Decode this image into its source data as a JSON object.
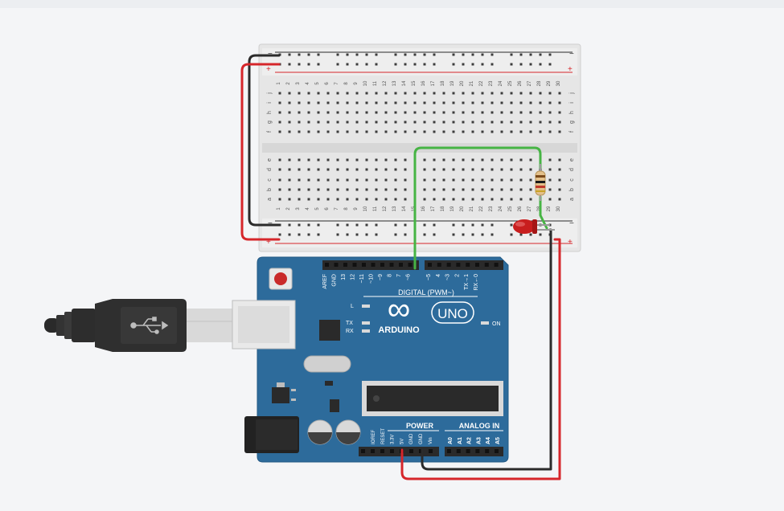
{
  "breadboard": {
    "rail_minus": "−",
    "rail_plus": "+",
    "columns": [
      "1",
      "2",
      "3",
      "4",
      "5",
      "6",
      "7",
      "8",
      "9",
      "10",
      "11",
      "12",
      "13",
      "14",
      "15",
      "16",
      "17",
      "18",
      "19",
      "20",
      "21",
      "22",
      "23",
      "24",
      "25",
      "26",
      "27",
      "28",
      "29",
      "30"
    ],
    "rows_top": [
      "j",
      "i",
      "h",
      "g",
      "f"
    ],
    "rows_bottom": [
      "e",
      "d",
      "c",
      "b",
      "a"
    ]
  },
  "arduino": {
    "brand": "ARDUINO",
    "model": "UNO",
    "logo_glyph": "∞",
    "digital_header": "DIGITAL (PWM~)",
    "digital_pins": [
      "AREF",
      "GND",
      "13",
      "12",
      "~11",
      "~10",
      "~9",
      "8",
      "7",
      "~6",
      "~5",
      "4",
      "~3",
      "2",
      "TX→1",
      "RX←0"
    ],
    "led_labels": [
      "L",
      "TX",
      "RX"
    ],
    "on_label": "ON",
    "power_header": "POWER",
    "power_pins": [
      "IOREF",
      "RESET",
      "3.3V",
      "5V",
      "GND",
      "GND",
      "Vin"
    ],
    "analog_header": "ANALOG IN",
    "analog_pins": [
      "A0",
      "A1",
      "A2",
      "A3",
      "A4",
      "A5"
    ]
  },
  "colors": {
    "board": "#2d6b9b",
    "breadboard": "#e8e8e8",
    "wire_red": "#d6262b",
    "wire_black": "#2b2b2b",
    "wire_green": "#46b444",
    "led": "#c81e1e"
  }
}
